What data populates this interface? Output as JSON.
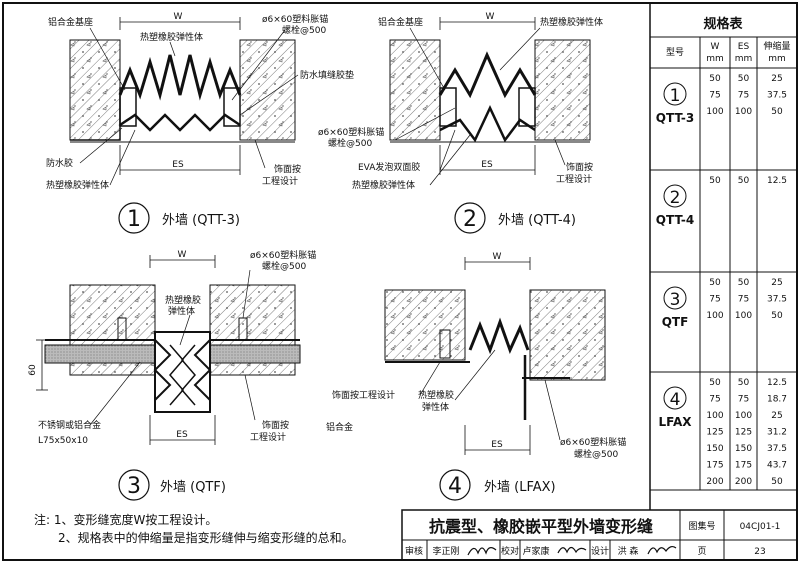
{
  "details": [
    {
      "id": "1",
      "caption": "外墙 (QTT-3)",
      "labels": {
        "w": "W",
        "es": "ES",
        "base": "铝合金基座",
        "elastic_top": "热塑橡胶弹性体",
        "bolt": "ø6×60塑料胀锚\n螺栓@500",
        "gasket": "防水填缝胶垫",
        "waterproof": "防水胶",
        "elastic_bottom": "热塑橡胶弹性体",
        "finish": "饰面按\n工程设计"
      }
    },
    {
      "id": "2",
      "caption": "外墙 (QTT-4)",
      "labels": {
        "w": "W",
        "es": "ES",
        "base": "铝合金基座",
        "elastic_top": "热塑橡胶弹性体",
        "bolt": "ø6×60塑料胀锚\n螺栓@500",
        "eva": "EVA发泡双面胶",
        "elastic_bottom": "热塑橡胶弹性体",
        "finish": "饰面按\n工程设计"
      }
    },
    {
      "id": "3",
      "caption": "外墙 (QTF)",
      "labels": {
        "w": "W",
        "es": "ES",
        "dim_60": "60",
        "bolt": "ø6×60塑料胀锚\n螺栓@500",
        "elastic": "热塑橡胶\n弹性体",
        "steel": "不锈钢或铝合金",
        "angle": "L75x50x10",
        "finish": "饰面按\n工程设计"
      }
    },
    {
      "id": "4",
      "caption": "外墙 (LFAX)",
      "labels": {
        "w": "W",
        "es": "ES",
        "finish": "饰面按工程设计",
        "elastic": "热塑橡胶\n弹性体",
        "alu": "铝合金",
        "bolt": "ø6×60塑料胀锚\n螺栓@500"
      }
    }
  ],
  "spec_table": {
    "title": "规格表",
    "headers": [
      "型号",
      "W\nmm",
      "ES\nmm",
      "伸缩量\nmm"
    ],
    "groups": [
      {
        "num": "1",
        "model": "QTT-3",
        "rows": [
          [
            "50",
            "50",
            "25"
          ],
          [
            "75",
            "75",
            "37.5"
          ],
          [
            "100",
            "100",
            "50"
          ]
        ]
      },
      {
        "num": "2",
        "model": "QTT-4",
        "rows": [
          [
            "50",
            "50",
            "12.5"
          ]
        ]
      },
      {
        "num": "3",
        "model": "QTF",
        "rows": [
          [
            "50",
            "50",
            "25"
          ],
          [
            "75",
            "75",
            "37.5"
          ],
          [
            "100",
            "100",
            "50"
          ]
        ]
      },
      {
        "num": "4",
        "model": "LFAX",
        "rows": [
          [
            "50",
            "50",
            "12.5"
          ],
          [
            "75",
            "75",
            "18.7"
          ],
          [
            "100",
            "100",
            "25"
          ],
          [
            "125",
            "125",
            "31.2"
          ],
          [
            "150",
            "150",
            "37.5"
          ],
          [
            "175",
            "175",
            "43.7"
          ],
          [
            "200",
            "200",
            "50"
          ]
        ]
      }
    ]
  },
  "notes": [
    "注: 1、变形缝宽度W按工程设计。",
    "2、规格表中的伸缩量是指变形缝伸与缩变形缝的总和。"
  ],
  "title_block": {
    "title": "抗震型、橡胶嵌平型外墙变形缝",
    "atlas_label": "图集号",
    "atlas_no": "04CJ01-1",
    "review_label": "审核",
    "review_name": "李正刚",
    "check_label": "校对",
    "check_name": "卢家康",
    "design_label": "设计",
    "design_name": "洪 森",
    "page_label": "页",
    "page_no": "23"
  }
}
